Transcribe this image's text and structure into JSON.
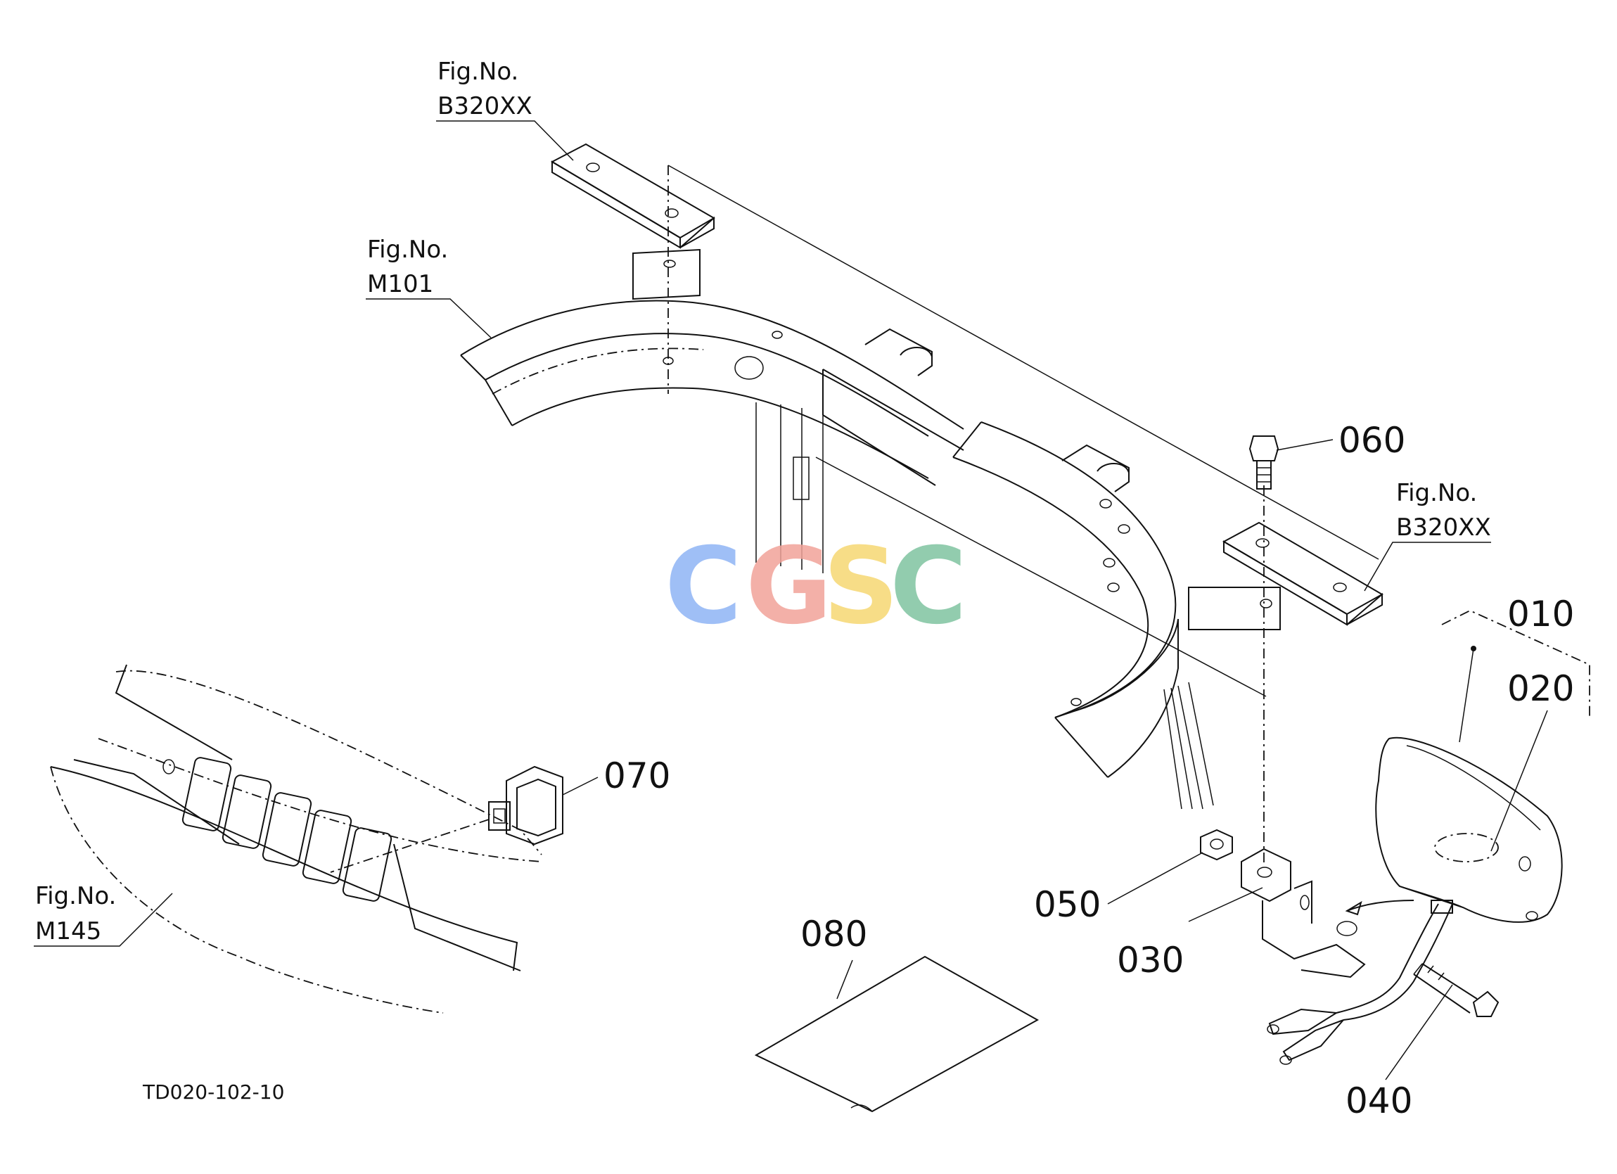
{
  "figure_refs": [
    {
      "line1": "Fig.No.",
      "line2": "B320XX"
    },
    {
      "line1": "Fig.No.",
      "line2": "M101"
    },
    {
      "line1": "Fig.No.",
      "line2": "B320XX"
    },
    {
      "line1": "Fig.No.",
      "line2": "M145"
    }
  ],
  "parts": {
    "p010": "010",
    "p020": "020",
    "p030": "030",
    "p040": "040",
    "p050": "050",
    "p060": "060",
    "p070": "070",
    "p080": "080"
  },
  "drawing_code": "TD020-102-10",
  "watermark": {
    "letters": [
      "C",
      "G",
      "S",
      "C"
    ],
    "colors": [
      "#8fb4f5",
      "#f2a39a",
      "#f6d873",
      "#7fc4a0"
    ]
  }
}
